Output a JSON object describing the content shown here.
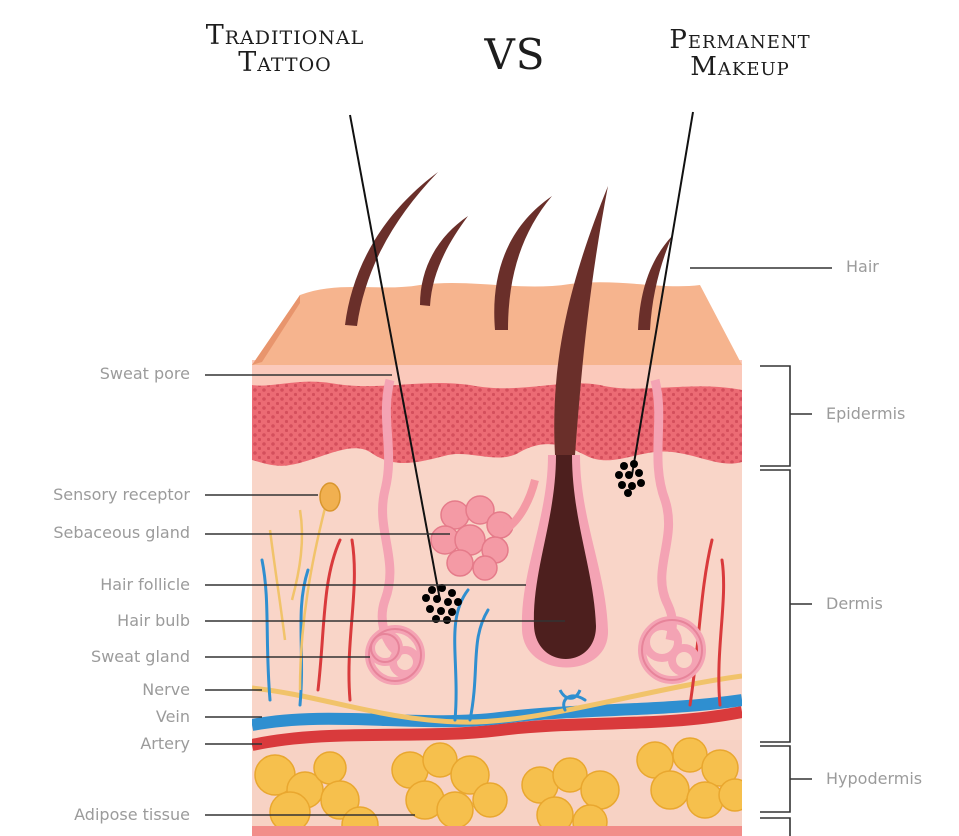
{
  "title": {
    "left_line1": "Traditional",
    "left_line2": "Tattoo",
    "vs": "VS",
    "right_line1": "Permanent",
    "right_line2": "Makeup"
  },
  "labels_left": [
    "Sweat pore",
    "Sensory receptor",
    "Sebaceous gland",
    "Hair follicle",
    "Hair bulb",
    "Sweat gland",
    "Nerve",
    "Vein",
    "Artery",
    "Adipose tissue"
  ],
  "labels_right": {
    "hair": "Hair",
    "epidermis": "Epidermis",
    "dermis": "Dermis",
    "hypodermis": "Hypodermis"
  },
  "colors": {
    "epidermis_top": "#f6b48e",
    "epidermis_red": "#ec6b74",
    "dermis": "#f9d5c8",
    "fat": "#f6c04d",
    "vein": "#2f8fd0",
    "artery": "#d93a3c",
    "nerve": "#f1c36a",
    "hair": "#5a2a26",
    "ink": "#000000"
  }
}
